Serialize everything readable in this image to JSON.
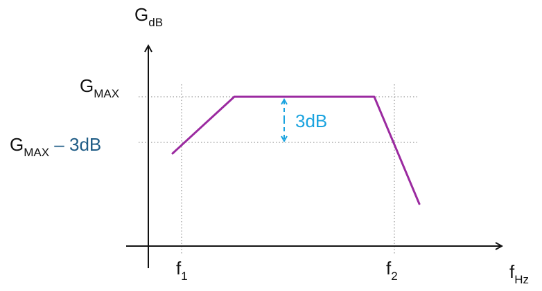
{
  "axes": {
    "y_label": {
      "main": "G",
      "sub": "dB"
    },
    "x_label": {
      "main": "f",
      "sub": "Hz"
    }
  },
  "levels": {
    "gmax": {
      "main": "G",
      "sub": "MAX"
    },
    "gmax_minus": {
      "main": "G",
      "sub": "MAX",
      "dash": " – ",
      "value": "3dB"
    }
  },
  "frequencies": {
    "f1": {
      "main": "f",
      "sub": "1"
    },
    "f2": {
      "main": "f",
      "sub": "2"
    }
  },
  "annotation": {
    "label": "3dB"
  },
  "colors": {
    "response_curve": "#9b2aa0",
    "annotation": "#1aa3df",
    "minus_label": "#1f5c86",
    "axis": "#111111",
    "guide": "#7f7f7f"
  }
}
